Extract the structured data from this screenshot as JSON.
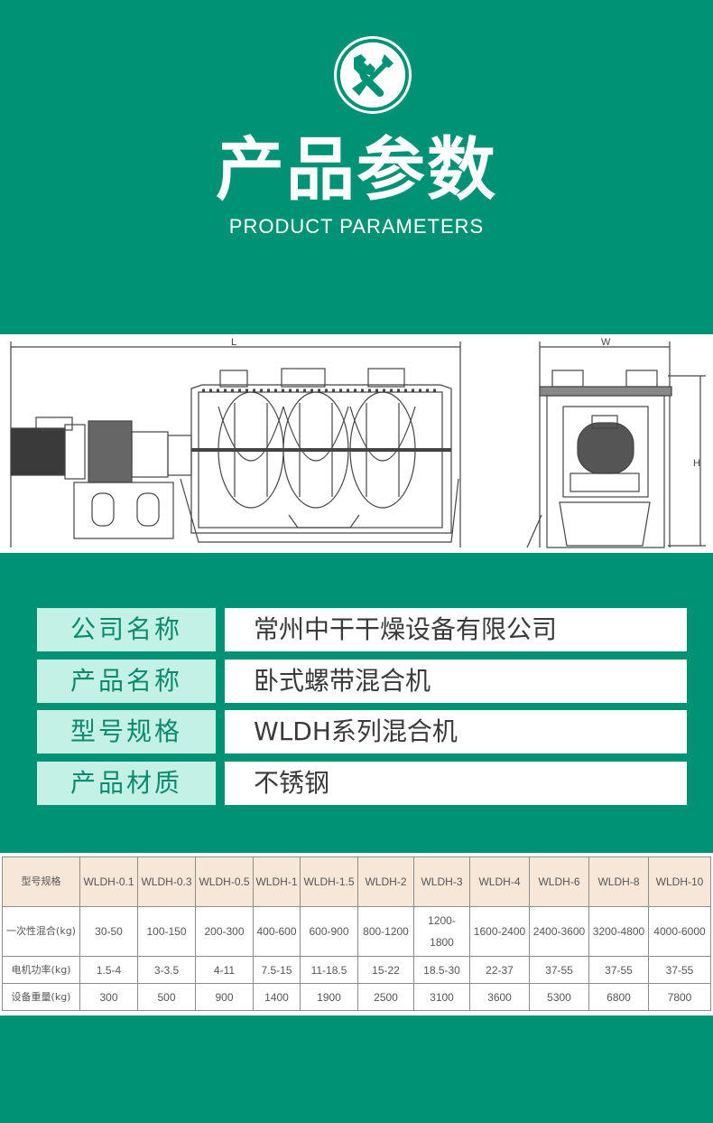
{
  "header": {
    "title_cn": "产品参数",
    "title_en": "PRODUCT PARAMETERS",
    "logo_icon": "wrench-screwdriver-icon",
    "background_color": "#009274"
  },
  "drawing": {
    "label_length": "L",
    "label_width": "W",
    "label_height": "H"
  },
  "info": [
    {
      "label": "公司名称",
      "value": "常州中干干燥设备有限公司"
    },
    {
      "label": "产品名称",
      "value": "卧式螺带混合机"
    },
    {
      "label": "型号规格",
      "value": "WLDH系列混合机"
    },
    {
      "label": "产品材质",
      "value": "不锈钢"
    }
  ],
  "spec_table": {
    "header": [
      "型号规格",
      "WLDH-0.1",
      "WLDH-0.3",
      "WLDH-0.5",
      "WLDH-1",
      "WLDH-1.5",
      "WLDH-2",
      "WLDH-3",
      "WLDH-4",
      "WLDH-6",
      "WLDH-8",
      "WLDH-10"
    ],
    "rows": [
      [
        "一次性混合(kg)",
        "30-50",
        "100-150",
        "200-300",
        "400-600",
        "600-900",
        "800-1200",
        "1200-1800",
        "1600-2400",
        "2400-3600",
        "3200-4800",
        "4000-6000"
      ],
      [
        "电机功率(kg)",
        "1.5-4",
        "3-3.5",
        "4-11",
        "7.5-15",
        "11-18.5",
        "15-22",
        "18.5-30",
        "22-37",
        "37-55",
        "37-55",
        "37-55"
      ],
      [
        "设备重量(kg)",
        "300",
        "500",
        "900",
        "1400",
        "1900",
        "2500",
        "3100",
        "3600",
        "5300",
        "6800",
        "7800"
      ]
    ]
  }
}
